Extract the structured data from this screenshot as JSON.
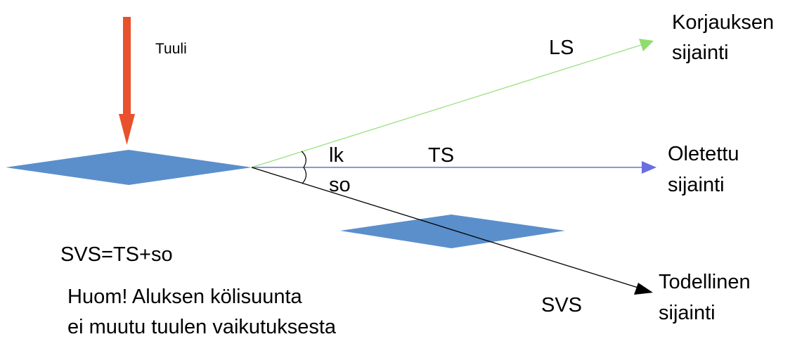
{
  "colors": {
    "wind_arrow": "#e8512c",
    "ship": "#5b8fcb",
    "ls_line": "#9be07f",
    "ls_head": "#8fdc6f",
    "ts_line": "#4b57c7",
    "ts_head": "#6a6ee0",
    "svs_line": "#000000",
    "text": "#000000"
  },
  "labels": {
    "wind": "Tuuli",
    "ls": "LS",
    "ts": "TS",
    "svs": "SVS",
    "angle_lk": "lk",
    "angle_so": "so",
    "correction_position_line1": "Korjauksen",
    "correction_position_line2": "sijainti",
    "assumed_position_line1": "Oletettu",
    "assumed_position_line2": "sijainti",
    "actual_position_line1": "Todellinen",
    "actual_position_line2": "sijainti",
    "formula": "SVS=TS+so",
    "note_line1": "Huom! Aluksen kölisuunta",
    "note_line2": "ei muutu tuulen vaikutuksesta"
  }
}
